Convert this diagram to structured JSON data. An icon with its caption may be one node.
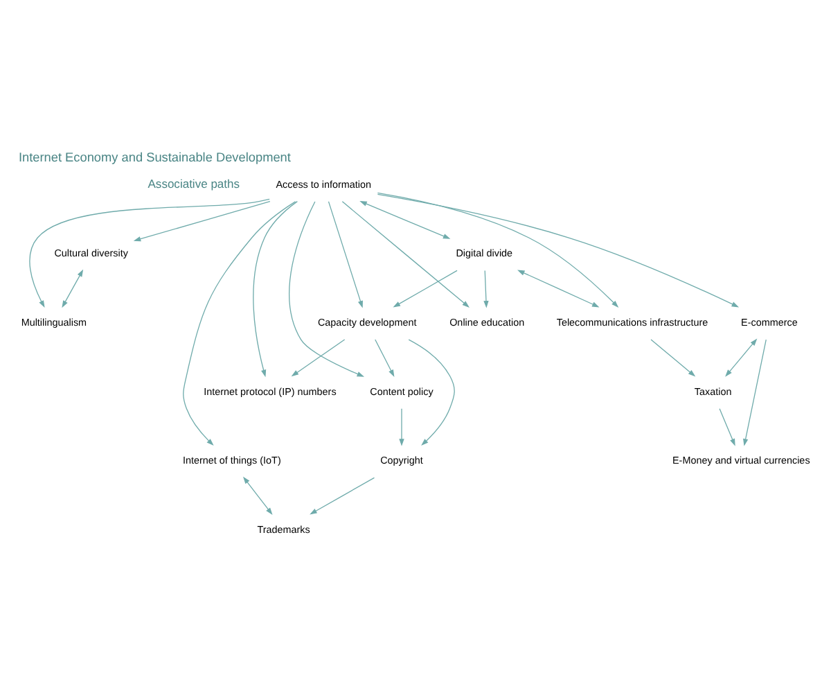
{
  "diagram": {
    "title": "Internet Economy and Sustainable Development",
    "nodes": [
      {
        "text": [
          "Access to information"
        ]
      },
      {
        "text": [
          "Cultural diversity"
        ]
      },
      {
        "text": [
          "Digital divide"
        ]
      },
      {
        "text": [
          "Multilingualism"
        ]
      },
      {
        "text": [
          "Capacity development"
        ]
      },
      {
        "text": [
          "Online education"
        ]
      },
      {
        "text": [
          "Telecommunications infrastructure"
        ]
      },
      {
        "text": [
          "E-commerce"
        ]
      },
      {
        "text": [
          "Content policy"
        ]
      },
      {
        "text": [
          "Internet protocol (IP) numbers"
        ]
      },
      {
        "text": [
          "Taxation"
        ]
      },
      {
        "text": [
          "Copyright"
        ]
      },
      {
        "text": [
          "E-Money and virtual currencies"
        ]
      },
      {
        "text": [
          "Internet of things (IoT)"
        ]
      },
      {
        "text": [
          "Trademarks"
        ]
      }
    ],
    "edges": [
      {
        "from": 0,
        "to": 1,
        "arrow": "to"
      },
      {
        "from": 0,
        "to": 3,
        "arrow": "to"
      },
      {
        "from": 1,
        "to": 3,
        "arrow": "both"
      },
      {
        "from": 0,
        "to": 4,
        "arrow": "to"
      },
      {
        "from": 0,
        "to": 2,
        "arrow": "both"
      },
      {
        "from": 0,
        "to": 5,
        "arrow": "to"
      },
      {
        "from": 0,
        "to": 9,
        "arrow": "to"
      },
      {
        "from": 0,
        "to": 8,
        "arrow": "to"
      },
      {
        "from": 0,
        "to": 6,
        "arrow": "to"
      },
      {
        "from": 0,
        "to": 7,
        "arrow": "to"
      },
      {
        "from": 0,
        "to": 13,
        "arrow": "to"
      },
      {
        "from": 2,
        "to": 4,
        "arrow": "to"
      },
      {
        "from": 2,
        "to": 5,
        "arrow": "to"
      },
      {
        "from": 2,
        "to": 6,
        "arrow": "both"
      },
      {
        "from": 4,
        "to": 8,
        "arrow": "to"
      },
      {
        "from": 4,
        "to": 11,
        "arrow": "to"
      },
      {
        "from": 4,
        "to": 9,
        "arrow": "to"
      },
      {
        "from": 8,
        "to": 11,
        "arrow": "to"
      },
      {
        "from": 6,
        "to": 10,
        "arrow": "to"
      },
      {
        "from": 7,
        "to": 10,
        "arrow": "both"
      },
      {
        "from": 7,
        "to": 12,
        "arrow": "to"
      },
      {
        "from": 10,
        "to": 12,
        "arrow": "to"
      },
      {
        "from": 11,
        "to": 14,
        "arrow": "to"
      },
      {
        "from": 13,
        "to": 14,
        "arrow": "both"
      }
    ],
    "labels": [
      "Associative paths"
    ]
  }
}
